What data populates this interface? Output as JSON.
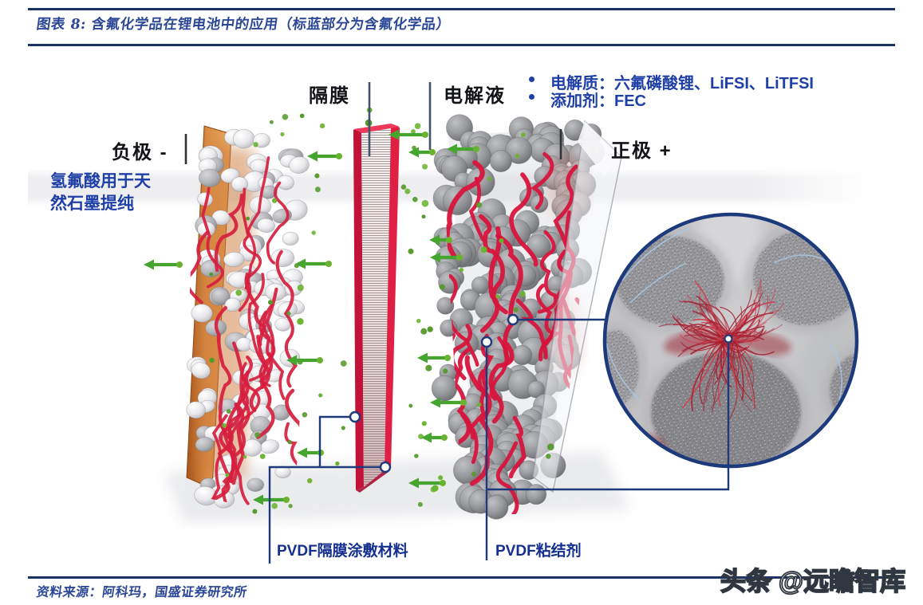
{
  "header": {
    "title": "图表 8:  含氟化学品在锂电池中的应用（标蓝部分为含氟化学品）"
  },
  "annotations": {
    "separator_label": "隔膜",
    "electrolyte_label": "电解液",
    "anode_label": "负极 -",
    "cathode_label": "正极 +",
    "bullet1": "电解质：六氟磷酸锂、LiFSI、LiTFSI",
    "bullet2": "添加剂：FEC",
    "anode_note_line1": "氢氟酸用于天",
    "anode_note_line2": "然石墨提纯",
    "separator_coating_label": "PVDF隔膜涂敷材料",
    "binder_label": "PVDF粘结剂"
  },
  "footer": {
    "source": "资料来源：阿科玛，国盛证券研究所",
    "watermark": "头条 @远瞻智库"
  },
  "colors": {
    "rule": "#1b3264",
    "title_blue": "#2c4795",
    "label_blue": "#1e3ea8",
    "callout_navy": "#1e3a7a",
    "green": "#45a52e",
    "dot_green": "#6ab32e",
    "fiber_red": "#d61e3e",
    "separator_red": "#e01f44",
    "foil_orange": "#c97a3d",
    "inset_fiber_red": "#a51c2e",
    "inset_fiber_blue": "#a6c8e8"
  }
}
